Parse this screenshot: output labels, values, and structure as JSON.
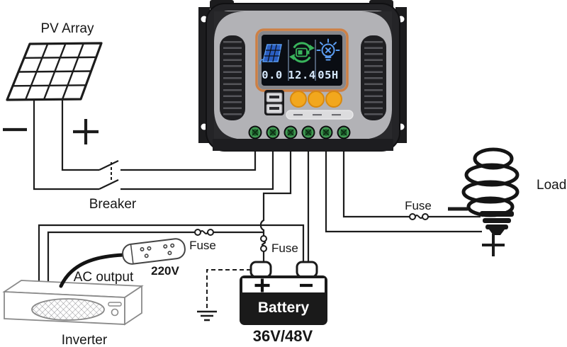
{
  "diagram": {
    "labels": {
      "pv_array": "PV Array",
      "breaker": "Breaker",
      "fuse_inverter": "Fuse",
      "fuse_battery": "Fuse",
      "fuse_load": "Fuse",
      "outlet_voltage": "220V",
      "ac_output": "AC output",
      "inverter": "Inverter",
      "battery_name": "Battery",
      "battery_voltage": "36V/48V",
      "load": "Load"
    },
    "icons": {
      "pv_array": "solar-panel-grid-icon",
      "breaker": "double-pole-switch-icon",
      "fuse": "fuse-icon",
      "battery": "battery-icon",
      "load": "cfl-bulb-icon",
      "inverter": "inverter-box-icon",
      "outlet": "power-strip-icon",
      "ground": "ground-icon",
      "plus": "plus-icon",
      "minus": "minus-icon"
    }
  },
  "controller": {
    "display": {
      "pv_value": "0.0",
      "battery_value": "12.4",
      "load_hours": "05H",
      "icons": {
        "pv": "solar-panel-icon",
        "battery": "battery-charging-icon",
        "load": "lightbulb-icon"
      }
    },
    "colors": {
      "button_orange": "#f2a71d",
      "lcd_blue": "#5b9cf0",
      "lcd_green": "#39b45c",
      "lcd_bezel_orange": "#cd8045",
      "terminal_green": "#3f9a52",
      "digit": "#d6e8fb"
    }
  }
}
